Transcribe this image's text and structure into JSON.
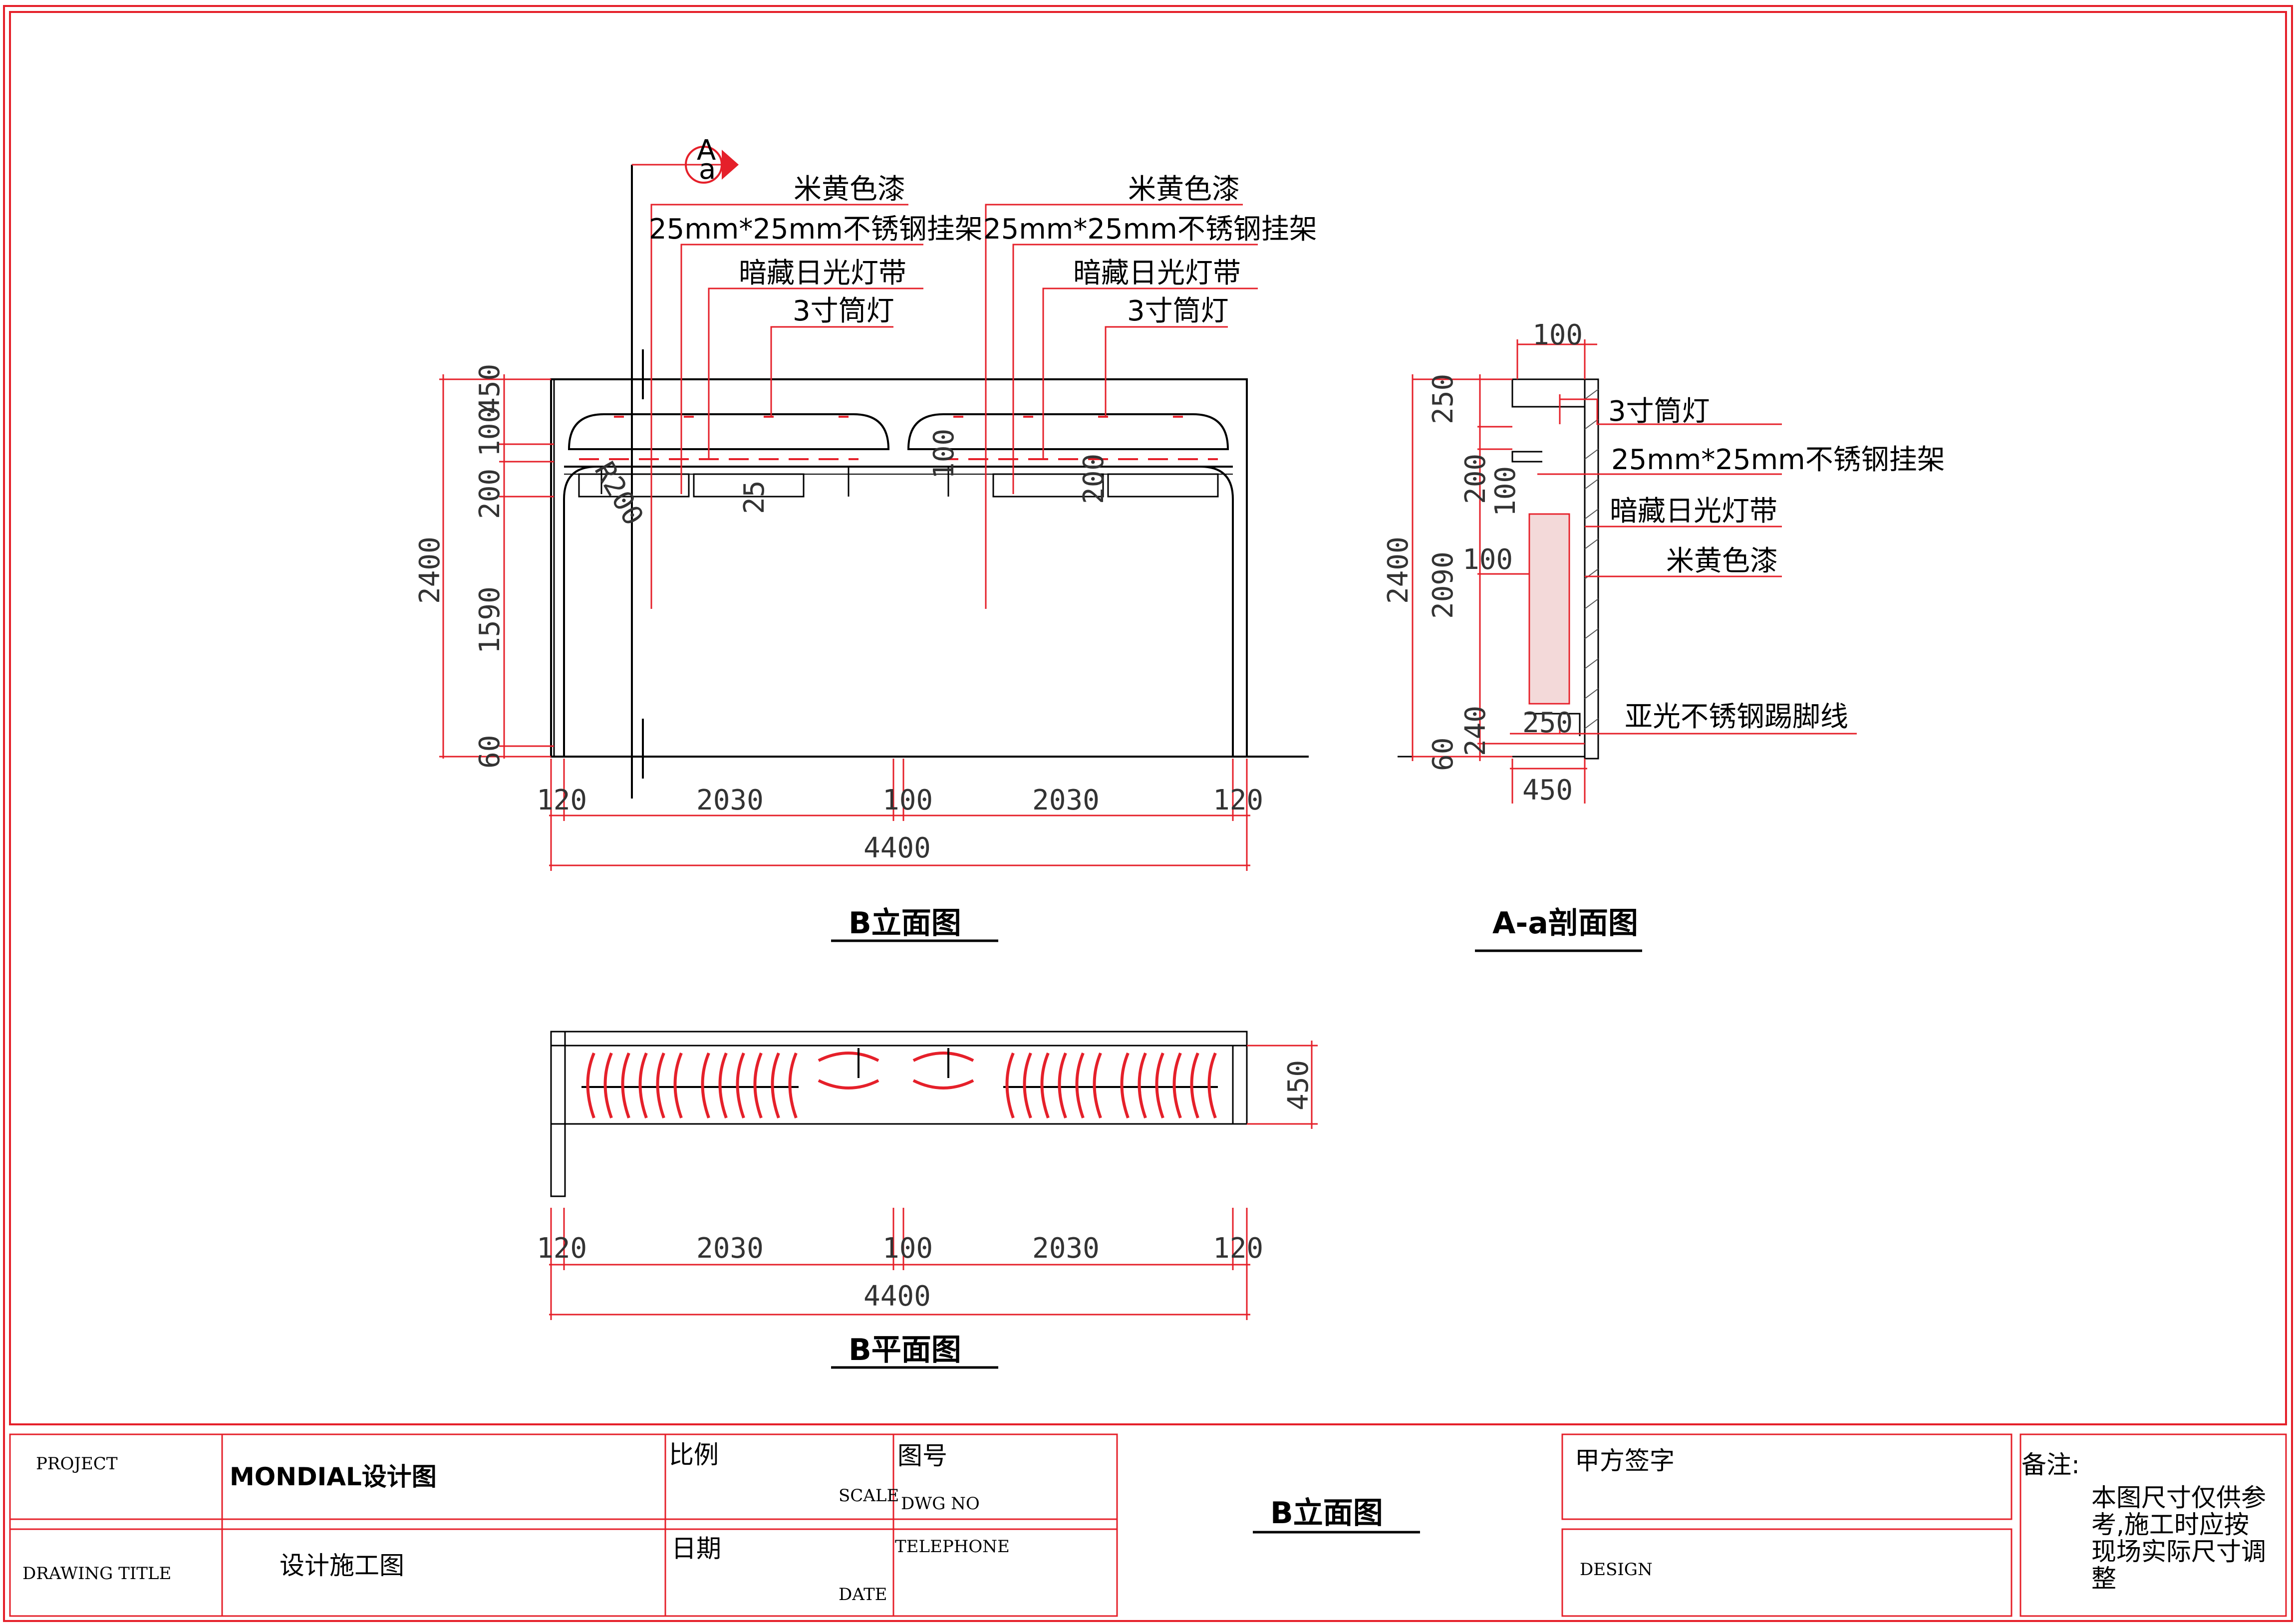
{
  "section_marker": {
    "top": "A",
    "bottom": "a"
  },
  "b_elevation": {
    "title": "B立面图",
    "callouts_left": [
      "米黄色漆",
      "25mm*25mm不锈钢挂架",
      "暗藏日光灯带",
      "3寸筒灯"
    ],
    "callouts_right": [
      "米黄色漆",
      "25mm*25mm不锈钢挂架",
      "暗藏日光灯带",
      "3寸筒灯"
    ],
    "vertical_dims": {
      "total": "2400",
      "d450": "450",
      "d100": "100",
      "d200": "200",
      "d1590": "1590",
      "d60": "60"
    },
    "inner_dims": {
      "r200": "R200",
      "d25": "25",
      "d100": "100",
      "d200": "200"
    },
    "horizontal_dims": [
      "120",
      "2030",
      "100",
      "2030",
      "120"
    ],
    "total_width": "4400"
  },
  "section_aa": {
    "title": "A-a剖面图",
    "callouts": [
      "3寸筒灯",
      "25mm*25mm不锈钢挂架",
      "暗藏日光灯带",
      "米黄色漆",
      "亚光不锈钢踢脚线"
    ],
    "dims": {
      "top100": "100",
      "d250": "250",
      "d200": "200",
      "d100a": "100",
      "d2400": "2400",
      "d2090": "2090",
      "d100b": "100",
      "d240": "240",
      "d60": "60",
      "d250b": "250",
      "d450": "450"
    }
  },
  "b_plan": {
    "title": "B平面图",
    "depth": "450",
    "horizontal_dims": [
      "120",
      "2030",
      "100",
      "2030",
      "120"
    ],
    "total_width": "4400"
  },
  "title_block": {
    "project_label": "PROJECT",
    "project_value": "MONDIAL设计图",
    "scale_cn": "比例",
    "scale_en": "SCALE",
    "dwg_cn": "图号",
    "dwg_en": "DWG NO",
    "drawing_title_label": "DRAWING TITLE",
    "drawing_title_value": "设计施工图",
    "date_cn": "日期",
    "date_en": "DATE",
    "telephone": "TELEPHONE",
    "sheet_title": "B立面图",
    "client_sign": "甲方签字",
    "design": "DESIGN",
    "remark_label": "备注:",
    "remark_lines": [
      "本图尺寸仅供参",
      "考,施工时应按",
      "现场实际尺寸调",
      "整"
    ]
  },
  "colors": {
    "line_red": "#e5202a",
    "line_black": "#000000"
  }
}
